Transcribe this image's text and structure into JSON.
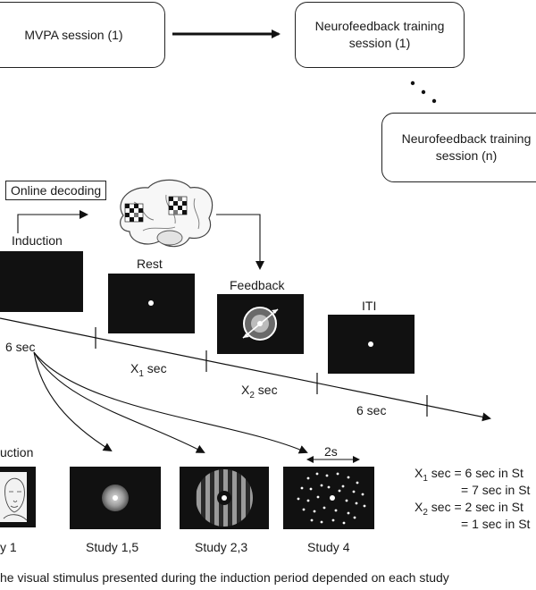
{
  "sessions": {
    "mvpa": "MVPA session (1)",
    "training1_line1": "Neurofeedback training",
    "training1_line2": "session (1)",
    "trainingn_line1": "Neurofeedback training",
    "trainingn_line2": "session (n)"
  },
  "trial": {
    "online_decoding": "Online decoding",
    "induction": "Induction",
    "rest": "Rest",
    "feedback": "Feedback",
    "iti": "ITI"
  },
  "timeline": {
    "d1": "6 sec",
    "d2": "X",
    "d2_sub": "1",
    "d2_unit": " sec",
    "d3": "X",
    "d3_sub": "2",
    "d3_unit": " sec",
    "d4": "6 sec"
  },
  "stimuli": {
    "induction_partial": "uction",
    "study1": "y 1",
    "study15": "Study 1,5",
    "study23": "Study 2,3",
    "study4": "Study 4",
    "twos": "2s"
  },
  "legend": {
    "l1a": "X",
    "l1a_sub": "1",
    "l1b": " sec  = 6 sec in St",
    "l2": "= 7 sec in St",
    "l3a": "X",
    "l3a_sub": "2",
    "l3b": " sec  = 2 sec in St",
    "l4": "= 1 sec in St"
  },
  "caption": "he visual stimulus presented during the induction period depended on each study"
}
